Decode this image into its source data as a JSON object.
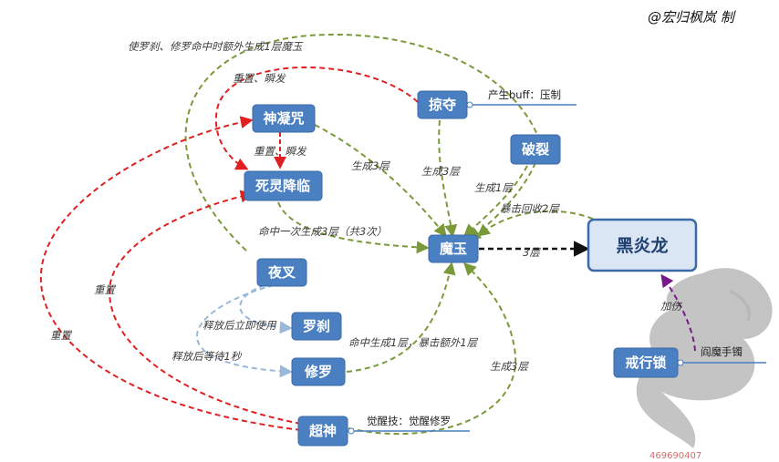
{
  "credit": "@宏归枫岚 制",
  "watermark_id": "469690407",
  "colors": {
    "node_fill": "#4a7fc1",
    "main_fill": "#dbe6f4",
    "red_edge": "#e02020",
    "green_edge": "#7a9a3a",
    "blue_edge": "#9ab8d8",
    "black_edge": "#111111",
    "purple_edge": "#7a1a8a"
  },
  "nodes": {
    "shenning": "神凝咒",
    "siling": "死灵降临",
    "lveduo": "掠夺",
    "polie": "破裂",
    "moyu": "魔玉",
    "heiyanlong": "黑炎龙",
    "yecha": "夜叉",
    "luosha": "罗刹",
    "xiuluo": "修罗",
    "chaoshen": "超神",
    "jiexingsuo": "戒行锁"
  },
  "edge_labels": {
    "top_arc": "使罗刹、修罗命中时额外生成1层魔玉",
    "reset_flash_top": "重置、瞬发",
    "reset_flash_mid": "重置、瞬发",
    "gen3_shenning": "生成3层",
    "gen3_lveduo": "生成3层",
    "gen1_polie": "生成1层",
    "crit_recover": "暴击回收2层",
    "hit_once": "命中一次生成3层（共3次）",
    "three_layers": "3层",
    "reset_left_inner": "重置",
    "reset_left_outer": "重置",
    "release_instant": "释放后立即使用",
    "release_wait": "释放后等待1秒",
    "hit_xiuluo": "命中生成1层，暴击额外1层",
    "gen3_chaoshen": "生成3层",
    "bonus": "加伤"
  },
  "notes": {
    "lveduo_note": "产生buff：压制",
    "chaoshen_note": "觉醒技：觉醒修罗",
    "jiexingsuo_note": "阎魔手镯"
  }
}
